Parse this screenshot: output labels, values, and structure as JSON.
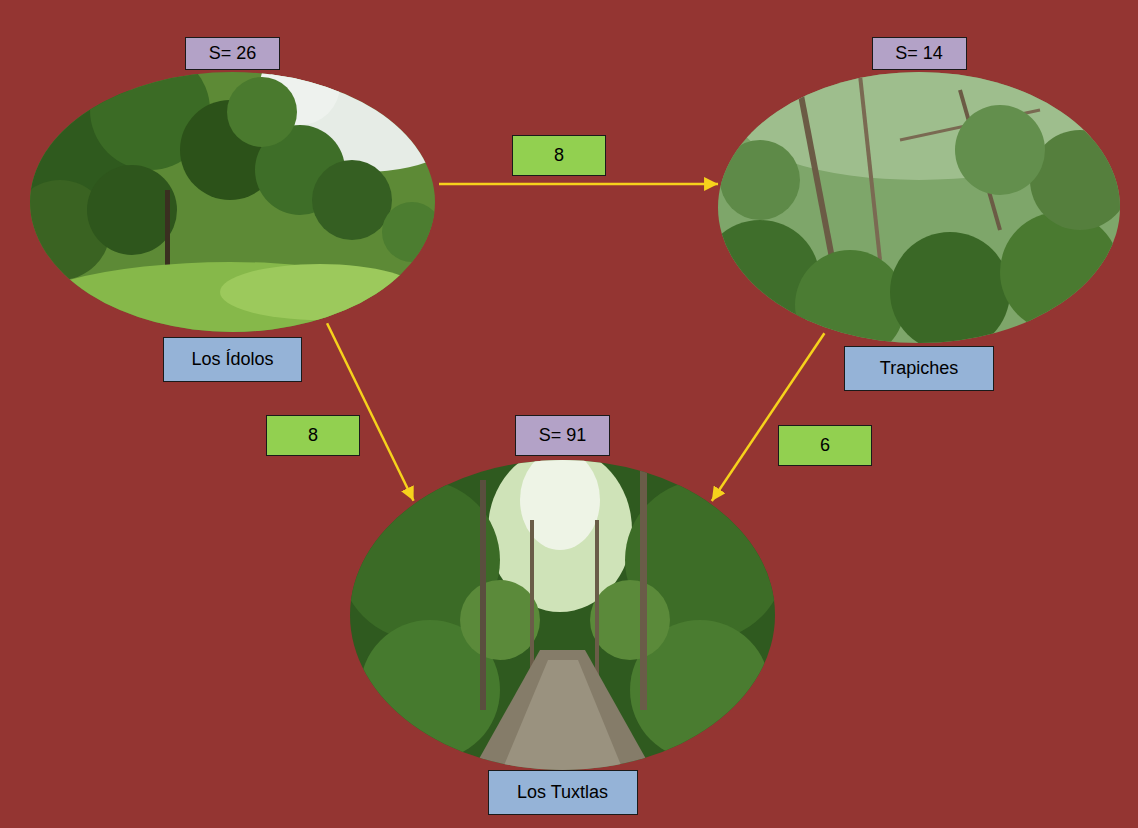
{
  "diagram": {
    "nodes": [
      {
        "text": [
          "S= 26",
          "Los Ídolos"
        ]
      },
      {
        "text": [
          "S= 14",
          "Trapiches"
        ]
      },
      {
        "text": [
          "S= 91",
          "Los Tuxtlas"
        ]
      }
    ],
    "edges": [
      {
        "from": 0,
        "to": 1,
        "arrow": "to",
        "label": "8"
      },
      {
        "from": 0,
        "to": 2,
        "arrow": "to",
        "label": "8"
      },
      {
        "from": 1,
        "to": 2,
        "arrow": "to",
        "label": "6"
      }
    ]
  }
}
